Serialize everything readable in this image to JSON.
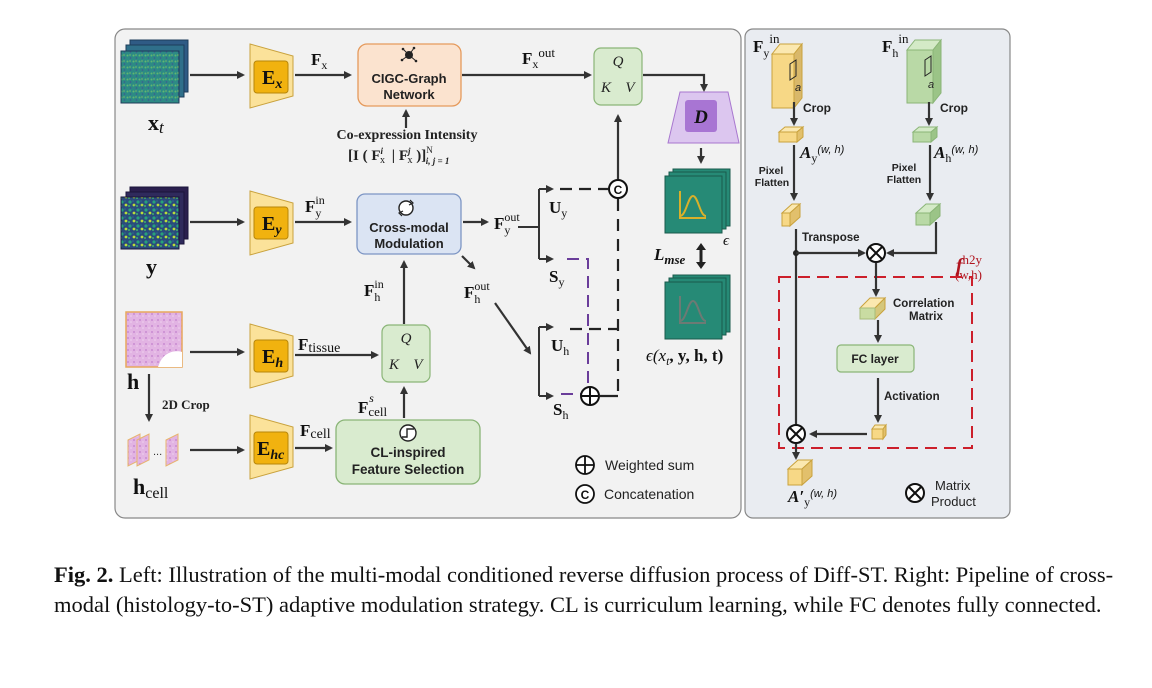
{
  "left_panel": {
    "inputs": {
      "xt": {
        "base": "x",
        "sub": "t"
      },
      "y": {
        "base": "y"
      },
      "h": {
        "base": "h"
      },
      "hcell": {
        "base": "h",
        "sub": "cell"
      }
    },
    "encoders": {
      "ex": {
        "base": "E",
        "sub": "x"
      },
      "ey": {
        "base": "E",
        "sub": "y"
      },
      "eh": {
        "base": "E",
        "sub": "h"
      },
      "ehc": {
        "base": "E",
        "sub": "hc"
      }
    },
    "features": {
      "fx": {
        "base": "F",
        "sub": "x"
      },
      "fx_out": {
        "base": "F",
        "sub": "x",
        "sup": "out"
      },
      "fy_in": {
        "base": "F",
        "sub": "y",
        "sup": "in"
      },
      "fy_out": {
        "base": "F",
        "sub": "y",
        "sup": "out"
      },
      "fh_in": {
        "base": "F",
        "sub": "h",
        "sup": "in"
      },
      "fh_out": {
        "base": "F",
        "sub": "h",
        "sup": "out"
      },
      "ftissue": {
        "base": "F",
        "sub": "tissue"
      },
      "fcell": {
        "base": "F",
        "sub": "cell"
      },
      "fcell_s": {
        "base": "F",
        "sub": "cell",
        "sup": "s"
      }
    },
    "blocks": {
      "cigc": {
        "line1": "CIGC-Graph",
        "line2": "Network"
      },
      "cross_modal": {
        "line1": "Cross-modal",
        "line2": "Modulation"
      },
      "cl_select": {
        "line1": "CL-inspired",
        "line2": "Feature Selection"
      },
      "qkv": {
        "q": "Q",
        "k": "K",
        "v": "V"
      },
      "decoder": "D"
    },
    "coexpression": {
      "label": "Co-expression Intensity",
      "formula": "[I ( F",
      "formula_sub": "x",
      "formula_sup_i": "i",
      "formula_sup_j": "j",
      "formula_sup_N": "N",
      "formula_sub_range": "i, j = 1"
    },
    "crop_label": "2D Crop",
    "ellipsis": "...",
    "splits": {
      "uy": {
        "base": "U",
        "sub": "y"
      },
      "sy": {
        "base": "S",
        "sub": "y"
      },
      "uh": {
        "base": "U",
        "sub": "h"
      },
      "sh": {
        "base": "S",
        "sub": "h"
      }
    },
    "outputs": {
      "epsilon": "ϵ",
      "loss": {
        "base": "L",
        "sub": "mse"
      },
      "epsilon_pred": "ϵ(x",
      "epsilon_pred_sub": "t",
      "epsilon_pred_rest": ", y, h, t)"
    },
    "legend": {
      "weighted_sum": "Weighted sum",
      "concatenation": "Concatenation",
      "concat_symbol": "C"
    }
  },
  "right_panel": {
    "fy_in": {
      "base": "F",
      "sub": "y",
      "sup": "in"
    },
    "fh_in": {
      "base": "F",
      "sub": "h",
      "sup": "in"
    },
    "patch_label": "a",
    "crop": "Crop",
    "ay": {
      "base": "A",
      "sub": "y",
      "sup": "(w, h)"
    },
    "ah": {
      "base": "A",
      "sub": "h",
      "sup": "(w, h)"
    },
    "pixel_flatten": {
      "line1": "Pixel",
      "line2": "Flatten"
    },
    "transpose": "Transpose",
    "f_h2y": {
      "base": "f",
      "sup": "h2y",
      "sub": "(w,h)"
    },
    "correlation": {
      "line1": "Correlation",
      "line2": "Matrix"
    },
    "fc_layer": "FC layer",
    "activation": "Activation",
    "ay_prime": {
      "base": "A′",
      "sub": "y",
      "sup": "(w, h)"
    },
    "legend": {
      "line1": "Matrix",
      "line2": "Product"
    }
  },
  "caption": {
    "fig_label": "Fig. 2.",
    "text": " Left: Illustration of the multi-modal conditioned reverse diffusion process of Diff-ST. Right: Pipeline of cross-modal (histology-to-ST) adaptive modulation strategy. CL is curriculum learning, while FC denotes fully connected."
  },
  "colors": {
    "panel_bg": "#f2f2f2",
    "right_panel_bg": "#e9ecf1",
    "encoder_outer": "#fbe29a",
    "encoder_inner": "#f1b20f",
    "cigc_fill": "#fbe3cf",
    "cigc_stroke": "#e59a5c",
    "cross_fill": "#dbe4f3",
    "cross_stroke": "#7c95c4",
    "green_fill": "#d9ebcf",
    "green_stroke": "#8ab577",
    "decoder_outer": "#dcc6ef",
    "decoder_inner": "#a875d3",
    "teal": "#278a73",
    "purple_dash": "#6a3d9a",
    "red_dash": "#cc1f2b",
    "red_text": "#b0141e",
    "arrow": "#333333"
  }
}
